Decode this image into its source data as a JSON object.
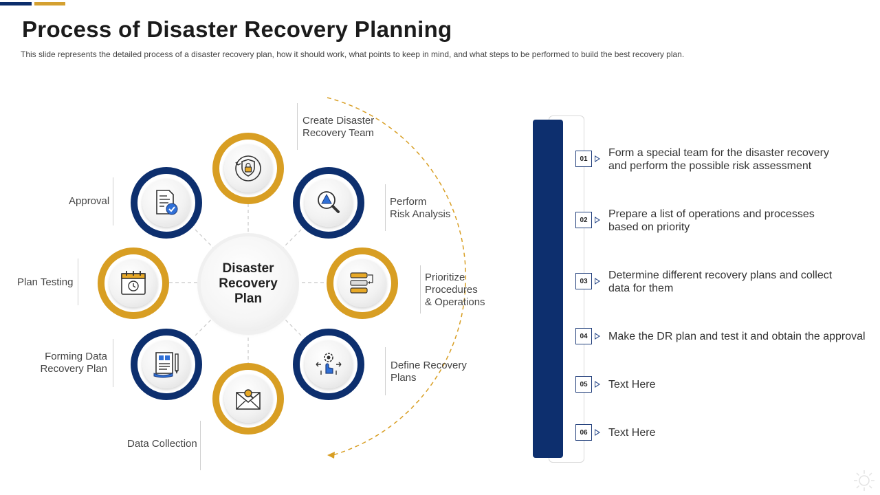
{
  "header": {
    "title": "Process of Disaster Recovery Planning",
    "subtitle": "This slide represents the detailed process of a disaster recovery  plan, how it should work, what points to keep in mind, and what steps to be performed  to build the best recovery  plan."
  },
  "colors": {
    "navy": "#0d2f6e",
    "gold": "#d89e23"
  },
  "center_label": "Disaster Recovery Plan",
  "nodes": [
    {
      "label_lines": [
        "Create Disaster",
        "Recovery Team"
      ],
      "icon": "shield-lock-icon",
      "ring": "gold"
    },
    {
      "label_lines": [
        "Perform",
        "Risk Analysis"
      ],
      "icon": "magnifier-warning-icon",
      "ring": "navy"
    },
    {
      "label_lines": [
        "Prioritize",
        "Procedures",
        "& Operations"
      ],
      "icon": "priority-list-icon",
      "ring": "gold"
    },
    {
      "label_lines": [
        "Define Recovery",
        "Plans"
      ],
      "icon": "gear-hand-icon",
      "ring": "navy"
    },
    {
      "label_lines": [
        "Data Collection"
      ],
      "icon": "mail-search-icon",
      "ring": "gold"
    },
    {
      "label_lines": [
        "Forming Data",
        "Recovery Plan"
      ],
      "icon": "document-pencil-icon",
      "ring": "navy"
    },
    {
      "label_lines": [
        "Plan Testing"
      ],
      "icon": "calendar-clock-icon",
      "ring": "gold"
    },
    {
      "label_lines": [
        "Approval"
      ],
      "icon": "document-check-icon",
      "ring": "navy"
    }
  ],
  "steps": [
    {
      "number": "01",
      "lines": [
        "Form a special team for the disaster recovery",
        "and perform the possible risk assessment"
      ]
    },
    {
      "number": "02",
      "lines": [
        "Prepare a list of operations and processes",
        "based on priority"
      ]
    },
    {
      "number": "03",
      "lines": [
        "Determine different recovery plans and collect",
        "data for them"
      ]
    },
    {
      "number": "04",
      "lines": [
        "Make the DR plan and test it and obtain the approval"
      ]
    },
    {
      "number": "05",
      "lines": [
        "Text Here"
      ]
    },
    {
      "number": "06",
      "lines": [
        "Text Here"
      ]
    }
  ]
}
